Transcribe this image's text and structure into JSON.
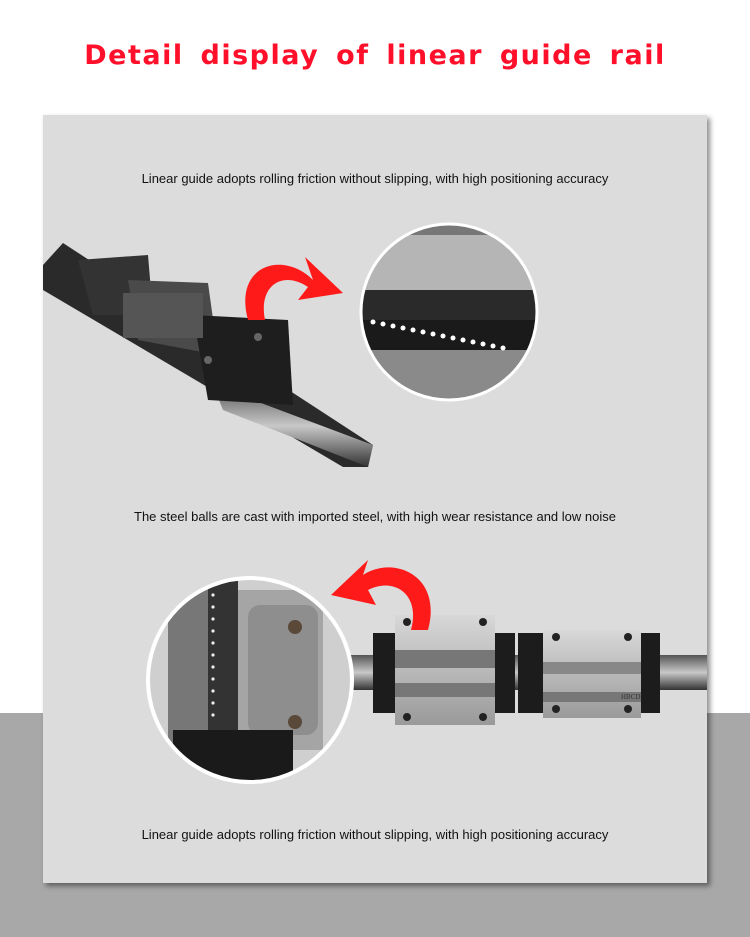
{
  "title": "Detail display of linear guide rail",
  "captions": [
    "Linear guide adopts rolling friction without slipping, with high positioning accuracy",
    "The steel balls are cast with imported steel, with high wear resistance and low noise",
    "Linear guide adopts rolling friction without slipping, with high positioning accuracy"
  ],
  "brand_marking": "HBCD",
  "colors": {
    "title": "#ff0f2a",
    "arrow": "#ff1a1a",
    "panel": "#dcdcdc",
    "band": "#a8a8a8"
  }
}
